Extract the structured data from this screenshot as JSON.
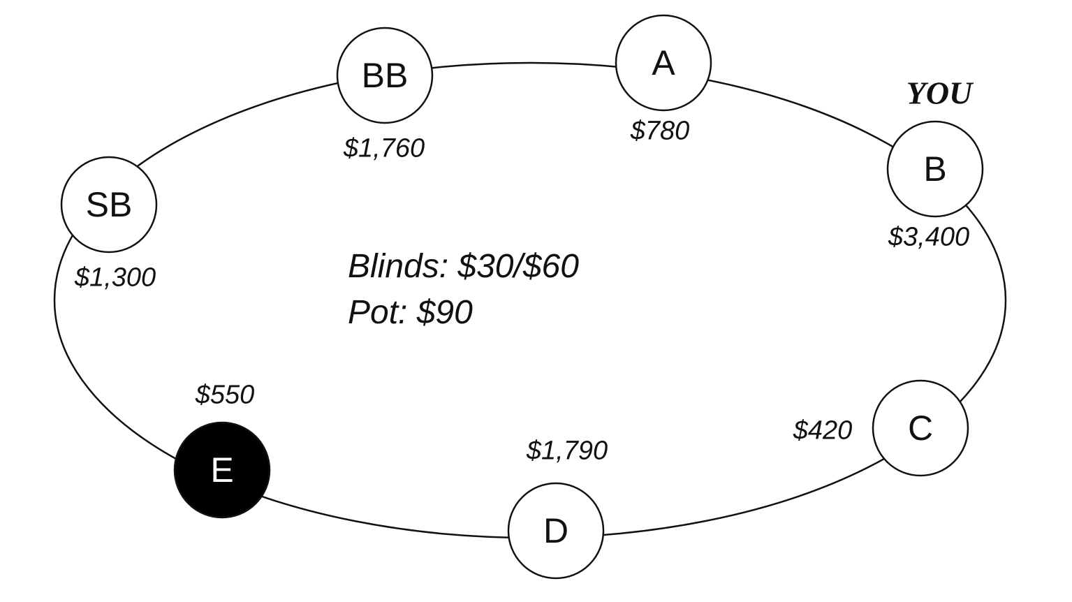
{
  "seats": [
    {
      "name": "BB",
      "stack": "$1,760",
      "highlighted": false
    },
    {
      "name": "A",
      "stack": "$780",
      "highlighted": false
    },
    {
      "name": "B",
      "stack": "$3,400",
      "highlighted": false,
      "tag": "YOU"
    },
    {
      "name": "C",
      "stack": "$420",
      "highlighted": false
    },
    {
      "name": "D",
      "stack": "$1,790",
      "highlighted": false
    },
    {
      "name": "E",
      "stack": "$550",
      "highlighted": true
    },
    {
      "name": "SB",
      "stack": "$1,300",
      "highlighted": false
    }
  ],
  "table": {
    "blinds": "Blinds: $30/$60",
    "pot": "Pot: $90"
  },
  "colors": {
    "line": "#111111",
    "seat_fill": "#ffffff",
    "highlight_fill": "#000000"
  }
}
